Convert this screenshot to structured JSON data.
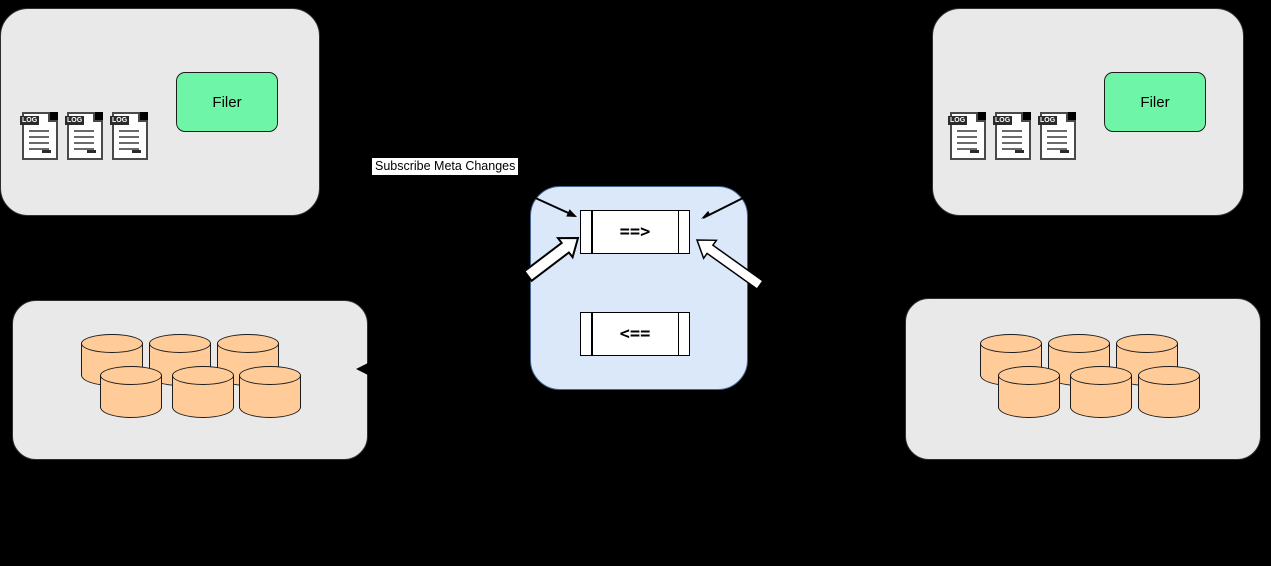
{
  "diagram": {
    "left_cluster": {
      "filer_label": "Filer",
      "log_label": "LOG"
    },
    "right_cluster": {
      "filer_label": "Filer",
      "log_label": "LOG"
    },
    "sync": {
      "subscribe_label": "Subscribe Meta Changes",
      "forward_label": "==>",
      "backward_label": "<=="
    },
    "colors": {
      "background": "#000000",
      "panel_fill": "#e9e9e9",
      "filer_fill": "#6ff5a8",
      "cylinder_fill": "#ffcc99",
      "sync_fill": "#dbe8fa"
    }
  }
}
